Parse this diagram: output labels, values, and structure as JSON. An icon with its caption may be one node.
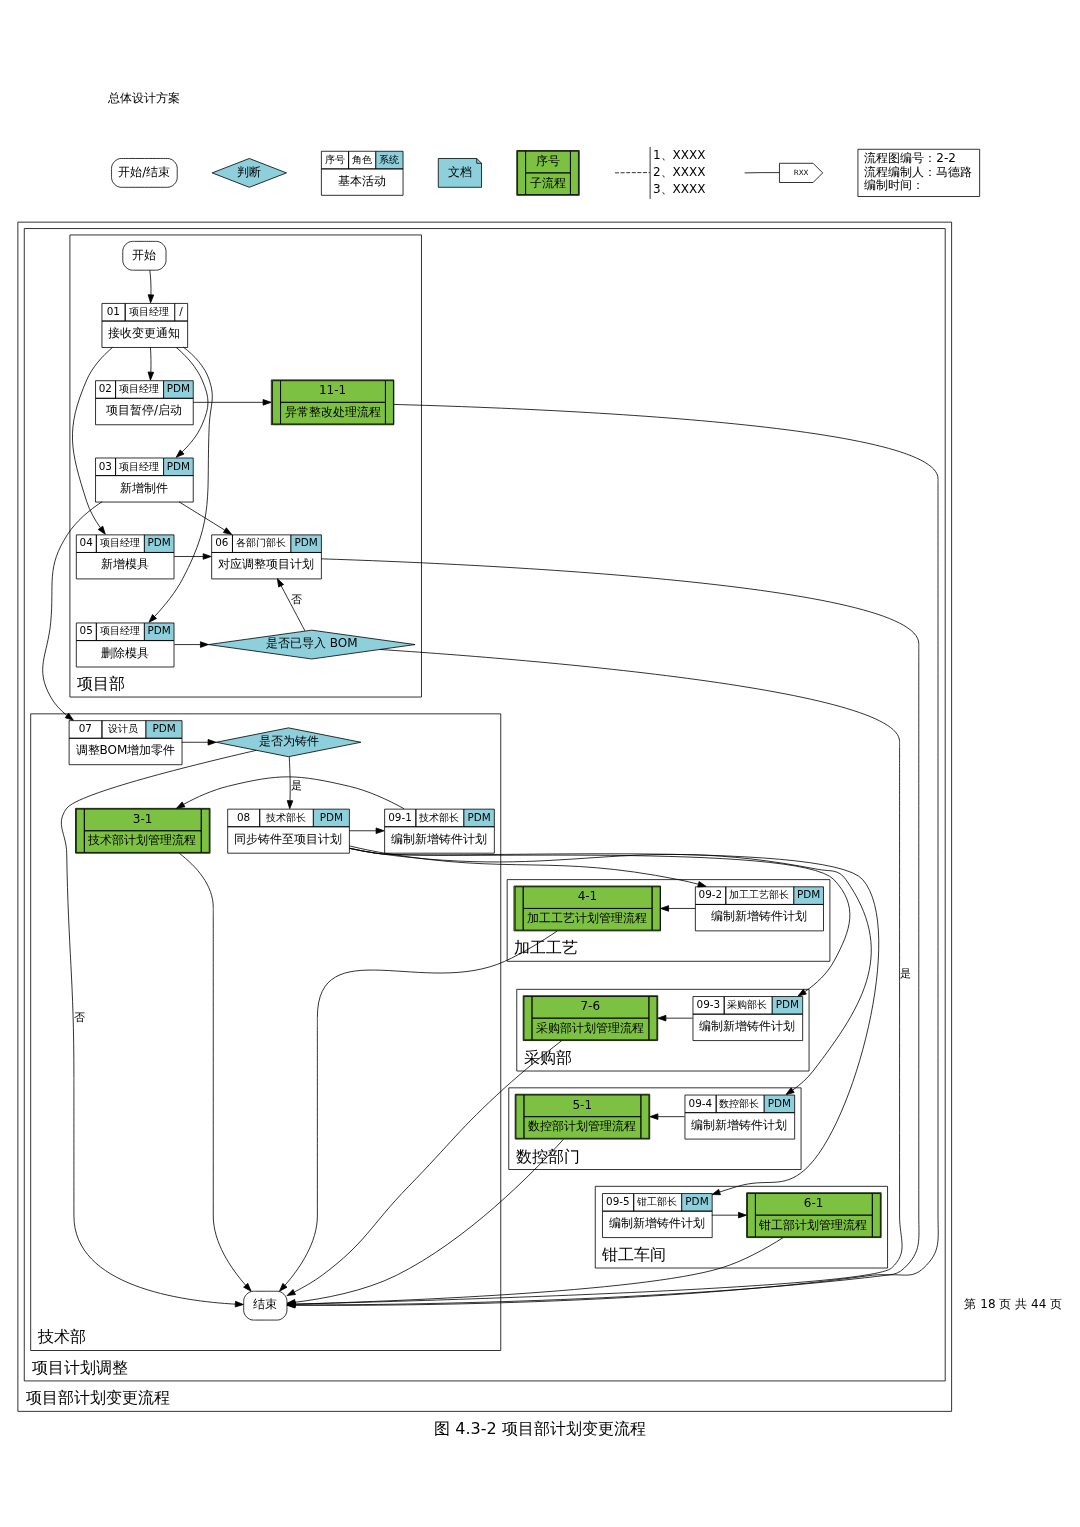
{
  "diagram": {
    "caption": "图 4.3-2 项目部计划变更流程",
    "nodes": [
      {
        "text": [
          "开始/结束"
        ]
      },
      {
        "text": [
          "判断"
        ]
      },
      {
        "text": [
          "序号",
          "角色",
          "系统",
          "基本活动"
        ]
      },
      {
        "text": [
          "文档"
        ]
      },
      {
        "text": [
          "序号",
          "子流程"
        ]
      },
      {
        "text": [
          "1、XXXX",
          "2、XXXX",
          "3、XXXX"
        ]
      },
      {
        "text": [
          "RXX"
        ]
      },
      {
        "text": [
          "流程图编号：2-2",
          "流程编制人：马德路",
          "编制时间："
        ]
      },
      {
        "text": [
          "项目部计划变更流程"
        ]
      },
      {
        "text": [
          "项目计划调整"
        ],
        "in": 8
      },
      {
        "text": [
          "项目部"
        ],
        "in": 9
      },
      {
        "text": [
          "技术部"
        ],
        "in": 9
      },
      {
        "text": [
          "加工工艺"
        ],
        "in": 9
      },
      {
        "text": [
          "采购部"
        ],
        "in": 9
      },
      {
        "text": [
          "数控部门"
        ],
        "in": 9
      },
      {
        "text": [
          "钳工车间"
        ],
        "in": 9
      },
      {
        "text": [
          "开始"
        ],
        "in": 10
      },
      {
        "text": [
          "01",
          "项目经理",
          "/",
          "接收变更通知"
        ],
        "in": 10
      },
      {
        "text": [
          "02",
          "项目经理",
          "PDM",
          "项目暂停/启动"
        ],
        "in": 10
      },
      {
        "text": [
          "03",
          "项目经理",
          "PDM",
          "新增制件"
        ],
        "in": 10
      },
      {
        "text": [
          "04",
          "项目经理",
          "PDM",
          "新增模具"
        ],
        "in": 10
      },
      {
        "text": [
          "05",
          "项目经理",
          "PDM",
          "删除模具"
        ],
        "in": 10
      },
      {
        "text": [
          "06",
          "各部门部长",
          "PDM",
          "对应调整项目计划"
        ],
        "in": 10
      },
      {
        "text": [
          "是否已导入 BOM"
        ],
        "in": 10
      },
      {
        "text": [
          "11-1",
          "异常整改处理流程"
        ],
        "in": 10
      },
      {
        "text": [
          "07",
          "设计员",
          "PDM",
          "调整BOM增加零件"
        ],
        "in": 11
      },
      {
        "text": [
          "是否为铸件"
        ],
        "in": 11
      },
      {
        "text": [
          "结束"
        ],
        "in": 11
      },
      {
        "text": [
          "08",
          "技术部长",
          "PDM",
          "同步铸件至项目计划"
        ],
        "in": 11
      },
      {
        "text": [
          "09-1",
          "技术部长",
          "PDM",
          "编制新增铸件计划"
        ],
        "in": 11
      },
      {
        "text": [
          "3-1",
          "技术部计划管理流程"
        ],
        "in": 11
      },
      {
        "text": [
          "09-2",
          "加工工艺部长",
          "PDM",
          "编制新增铸件计划"
        ],
        "in": 12
      },
      {
        "text": [
          "4-1",
          "加工工艺计划管理流程"
        ],
        "in": 12
      },
      {
        "text": [
          "09-3",
          "采购部长",
          "PDM",
          "编制新增铸件计划"
        ],
        "in": 13
      },
      {
        "text": [
          "7-6",
          "采购部计划管理流程"
        ],
        "in": 13
      },
      {
        "text": [
          "09-4",
          "数控部长",
          "PDM",
          "编制新增铸件计划"
        ],
        "in": 14
      },
      {
        "text": [
          "5-1",
          "数控部计划管理流程"
        ],
        "in": 14
      },
      {
        "text": [
          "09-5",
          "钳工部长",
          "PDM",
          "编制新增铸件计划"
        ],
        "in": 15
      },
      {
        "text": [
          "6-1",
          "钳工部计划管理流程"
        ],
        "in": 15
      }
    ],
    "edges": [
      {
        "from": null,
        "to": 5,
        "arrow": "none",
        "style": "dashed"
      },
      {
        "from": null,
        "to": 6,
        "arrow": "none"
      },
      {
        "from": 16,
        "to": 17,
        "arrow": "to"
      },
      {
        "from": 17,
        "to": 18,
        "arrow": "to"
      },
      {
        "from": 17,
        "to": 19,
        "arrow": "to"
      },
      {
        "from": 17,
        "to": 20,
        "arrow": "to"
      },
      {
        "from": 17,
        "to": 21,
        "arrow": "to"
      },
      {
        "from": 18,
        "to": 24,
        "arrow": "to"
      },
      {
        "from": 19,
        "to": 22,
        "arrow": "to"
      },
      {
        "from": 19,
        "to": 25,
        "arrow": "to"
      },
      {
        "from": 20,
        "to": 22,
        "arrow": "to"
      },
      {
        "from": 21,
        "to": 23,
        "arrow": "to"
      },
      {
        "from": 23,
        "to": 22,
        "label": "否",
        "arrow": "to"
      },
      {
        "from": 23,
        "to": 27,
        "label": "是",
        "arrow": "to"
      },
      {
        "from": 22,
        "to": 27,
        "arrow": "to"
      },
      {
        "from": 24,
        "to": 27,
        "arrow": "to"
      },
      {
        "from": 25,
        "to": 26,
        "arrow": "to"
      },
      {
        "from": 26,
        "to": 27,
        "label": "否",
        "arrow": "to"
      },
      {
        "from": 26,
        "to": 28,
        "label": "是",
        "arrow": "to"
      },
      {
        "from": 28,
        "to": 29,
        "arrow": "to"
      },
      {
        "from": 28,
        "to": 31,
        "arrow": "to"
      },
      {
        "from": 28,
        "to": 33,
        "arrow": "to"
      },
      {
        "from": 28,
        "to": 35,
        "arrow": "to"
      },
      {
        "from": 28,
        "to": 37,
        "arrow": "to"
      },
      {
        "from": 29,
        "to": 30,
        "arrow": "to"
      },
      {
        "from": 31,
        "to": 32,
        "arrow": "to"
      },
      {
        "from": 33,
        "to": 34,
        "arrow": "to"
      },
      {
        "from": 35,
        "to": 36,
        "arrow": "to"
      },
      {
        "from": 37,
        "to": 38,
        "arrow": "to"
      },
      {
        "from": 30,
        "to": 27,
        "arrow": "to"
      },
      {
        "from": 32,
        "to": 27,
        "arrow": "to"
      },
      {
        "from": 34,
        "to": 27,
        "arrow": "to"
      },
      {
        "from": 36,
        "to": 27,
        "arrow": "to"
      },
      {
        "from": 38,
        "to": 27,
        "arrow": "to"
      }
    ],
    "labels": [
      "总体设计方案",
      "第 18 页 共 44 页"
    ]
  }
}
